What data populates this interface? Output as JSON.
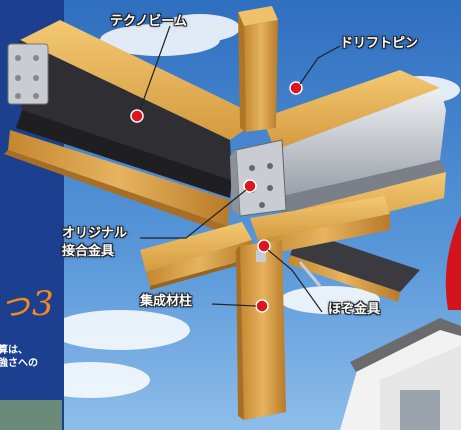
{
  "labels": {
    "techno_beam": "テクノビーム",
    "drift_pin": "ドリフトピン",
    "original_joint_1": "オリジナル",
    "original_joint_2": "接合金具",
    "glulam_post": "集成材柱",
    "tenon_hardware": "ほぞ金具"
  },
  "side": {
    "number": "っ3",
    "line1": "算は、",
    "line2": "強さへの"
  },
  "colors": {
    "sky": "#3a78c4",
    "wood": "#e3b25a",
    "steel_dark": "#2f2f33",
    "steel_light": "#c9ccd2",
    "marker": "#e0141e",
    "panel": "#1c3f8f",
    "badge": "#d4141c"
  }
}
